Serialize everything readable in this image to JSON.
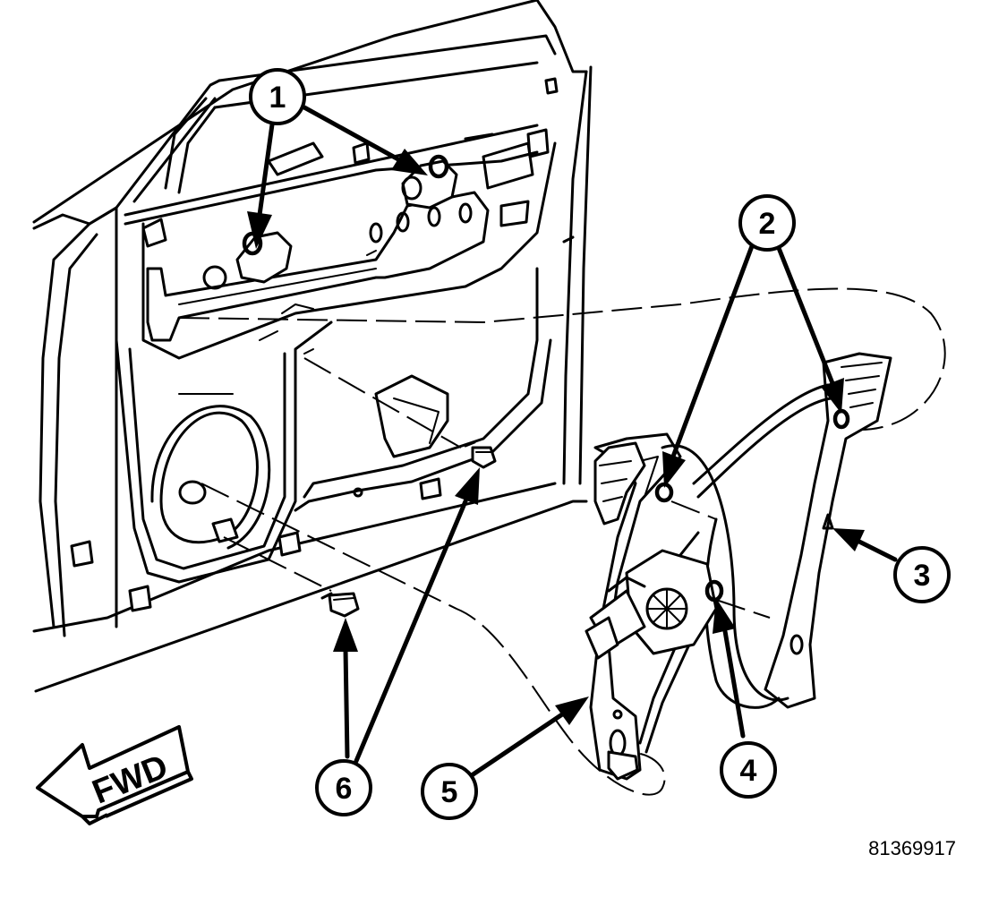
{
  "callouts": [
    {
      "id": "1",
      "label": "1"
    },
    {
      "id": "2",
      "label": "2"
    },
    {
      "id": "3",
      "label": "3"
    },
    {
      "id": "4",
      "label": "4"
    },
    {
      "id": "5",
      "label": "5"
    },
    {
      "id": "6",
      "label": "6"
    }
  ],
  "direction_label": "FWD",
  "figure_number": "81369917",
  "colors": {
    "line": "#000000",
    "background": "#ffffff"
  }
}
